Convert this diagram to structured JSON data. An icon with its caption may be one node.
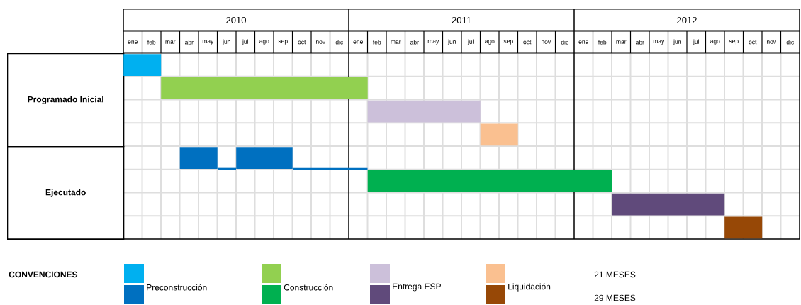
{
  "diagram": {
    "nodes": [
      {
        "text": [
          "Programado Inicial"
        ]
      },
      {
        "text": [
          "Ejecutado"
        ]
      },
      {
        "text": [],
        "shape": "bar"
      },
      {
        "text": [],
        "shape": "bar"
      },
      {
        "text": [],
        "shape": "bar"
      },
      {
        "text": [],
        "shape": "bar"
      },
      {
        "text": [],
        "shape": "bar"
      },
      {
        "text": [],
        "shape": "bar"
      },
      {
        "text": [],
        "shape": "bar"
      },
      {
        "text": [],
        "shape": "bar"
      },
      {
        "text": [],
        "shape": "bar"
      }
    ],
    "edges": [
      {
        "from": 6,
        "to": 7,
        "arrow": "none"
      },
      {
        "from": 7,
        "to": 8,
        "arrow": "none"
      }
    ],
    "labels": [
      "2010",
      "2011",
      "2012",
      "ene",
      "feb",
      "mar",
      "abr",
      "may",
      "jun",
      "jul",
      "ago",
      "sep",
      "oct",
      "nov",
      "dic",
      "ene",
      "feb",
      "mar",
      "abr",
      "may",
      "jun",
      "jul",
      "ago",
      "sep",
      "oct",
      "nov",
      "dic",
      "ene",
      "feb",
      "mar",
      "abr",
      "may",
      "jun",
      "jul",
      "ago",
      "sep",
      "oct",
      "nov",
      "dic",
      "CONVENCIONES",
      "21 MESES",
      "29 MESES"
    ],
    "legend": [
      {
        "text": "Preconstrucción",
        "color": "#00b0f0"
      },
      {
        "text": "Construcción",
        "color": "#92d050"
      },
      {
        "text": "Entrega ESP",
        "color": "#ccc0da"
      },
      {
        "text": "Liquidación",
        "color": "#fac090"
      }
    ]
  }
}
